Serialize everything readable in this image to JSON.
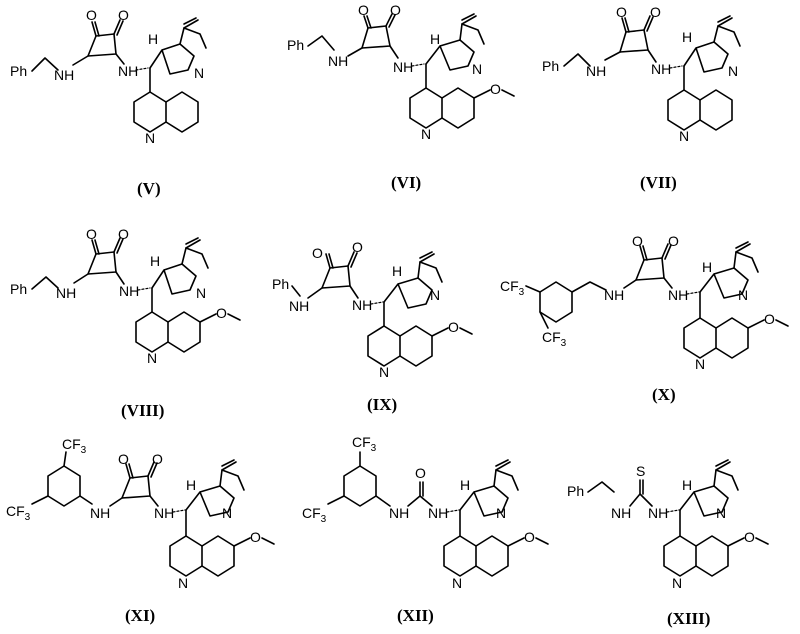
{
  "compounds": [
    {
      "label": "(V)",
      "left_text": "Ph",
      "link_text": "NH",
      "right_text": "NH",
      "o_text": "O",
      "h_text": "H",
      "n_text": "N",
      "qn_text": "N"
    },
    {
      "label": "(VI)",
      "left_text": "Ph",
      "link_text": "NH",
      "right_text": "NH",
      "o_text": "O",
      "h_text": "H",
      "n_text": "N",
      "qn_text": "N"
    },
    {
      "label": "(VII)",
      "left_text": "Ph",
      "link_text": "NH",
      "right_text": "NH",
      "o_text": "O",
      "h_text": "H",
      "n_text": "N",
      "qn_text": "N"
    },
    {
      "label": "(VIII)",
      "left_text": "Ph",
      "link_text": "NH",
      "right_text": "NH",
      "o_text": "O",
      "h_text": "H",
      "n_text": "N",
      "qn_text": "N"
    },
    {
      "label": "(IX)",
      "left_text": "Ph",
      "link_text": "NH",
      "right_text": "NH",
      "o_text": "O",
      "h_text": "H",
      "n_text": "N",
      "qn_text": "N"
    },
    {
      "label": "(X)",
      "left_text": "CF",
      "sub": "3",
      "link_text": "NH",
      "right_text": "NH",
      "o_text": "O",
      "h_text": "H",
      "n_text": "N",
      "qn_text": "N"
    },
    {
      "label": "(XI)",
      "left_text": "CF",
      "sub": "3",
      "link_text": "NH",
      "right_text": "NH",
      "o_text": "O",
      "h_text": "H",
      "n_text": "N",
      "qn_text": "N"
    },
    {
      "label": "(XII)",
      "left_text": "CF",
      "sub": "3",
      "link_text": "NH",
      "right_text": "NH",
      "o_text": "O",
      "h_text": "H",
      "n_text": "N",
      "qn_text": "N"
    },
    {
      "label": "(XIII)",
      "left_text": "Ph",
      "link_text": "NH",
      "right_text": "NH",
      "o_text": "S",
      "h_text": "H",
      "n_text": "N",
      "qn_text": "N"
    }
  ],
  "methoxy_text": "O"
}
